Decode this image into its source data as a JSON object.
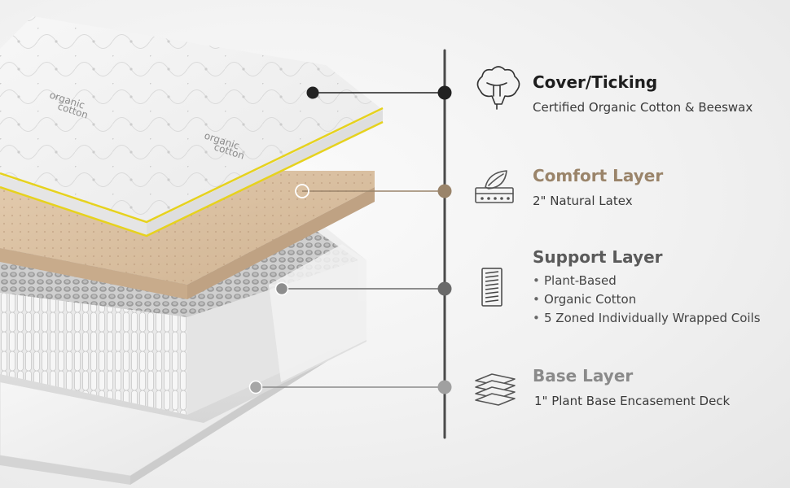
{
  "colors": {
    "cover": "#222222",
    "comfort": "#9a846a",
    "support": "#5a5a5a",
    "base": "#8a8a8a",
    "latex": "#d9bfa0",
    "trim": "#e6d21e",
    "axis": "#4a4a4a"
  },
  "icons": {
    "cover": "cotton-boll-icon",
    "comfort": "leaf-latex-icon",
    "support": "coil-spring-icon",
    "base": "stacked-layers-icon"
  },
  "cover_brand": [
    "organic",
    "cotton"
  ],
  "layers": [
    {
      "key": "cover",
      "title": "Cover/Ticking",
      "subtitle": "Certified Organic Cotton & Beeswax"
    },
    {
      "key": "comfort",
      "title": "Comfort Layer",
      "subtitle": "2\" Natural Latex"
    },
    {
      "key": "support",
      "title": "Support Layer",
      "bullets": [
        "Plant-Based",
        "Organic Cotton",
        "5 Zoned Individually Wrapped Coils"
      ]
    },
    {
      "key": "base",
      "title": "Base Layer",
      "subtitle": "1\" Plant Base Encasement Deck"
    }
  ]
}
